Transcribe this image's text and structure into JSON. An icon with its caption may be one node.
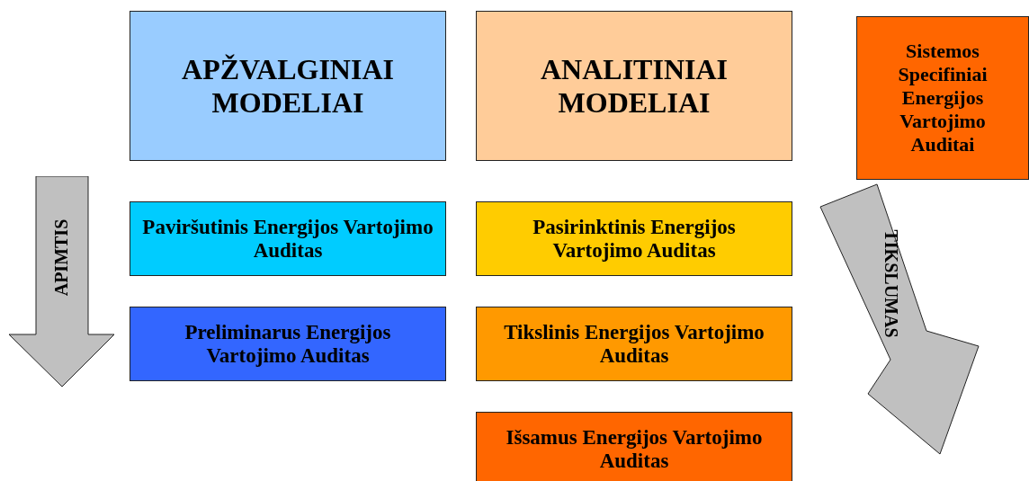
{
  "diagram": {
    "nodes": [
      {
        "text": [
          "APŽVALGINIAI MODELIAI"
        ]
      },
      {
        "text": [
          "ANALITINIAI MODELIAI"
        ]
      },
      {
        "text": [
          "Sistemos Specifiniai Energijos Vartojimo Auditai"
        ]
      },
      {
        "text": [
          "APIMTIS"
        ]
      },
      {
        "text": [
          "Paviršutinis Energijos Vartojimo Auditas"
        ]
      },
      {
        "text": [
          "Pasirinktinis Energijos Vartojimo Auditas"
        ]
      },
      {
        "text": [
          "TIKSLUMAS"
        ]
      },
      {
        "text": [
          "Preliminarus Energijos Vartojimo Auditas"
        ]
      },
      {
        "text": [
          "Tikslinis Energijos Vartojimo Auditas"
        ]
      },
      {
        "text": [
          "Išsamus Energijos Vartojimo Auditas"
        ]
      }
    ]
  }
}
